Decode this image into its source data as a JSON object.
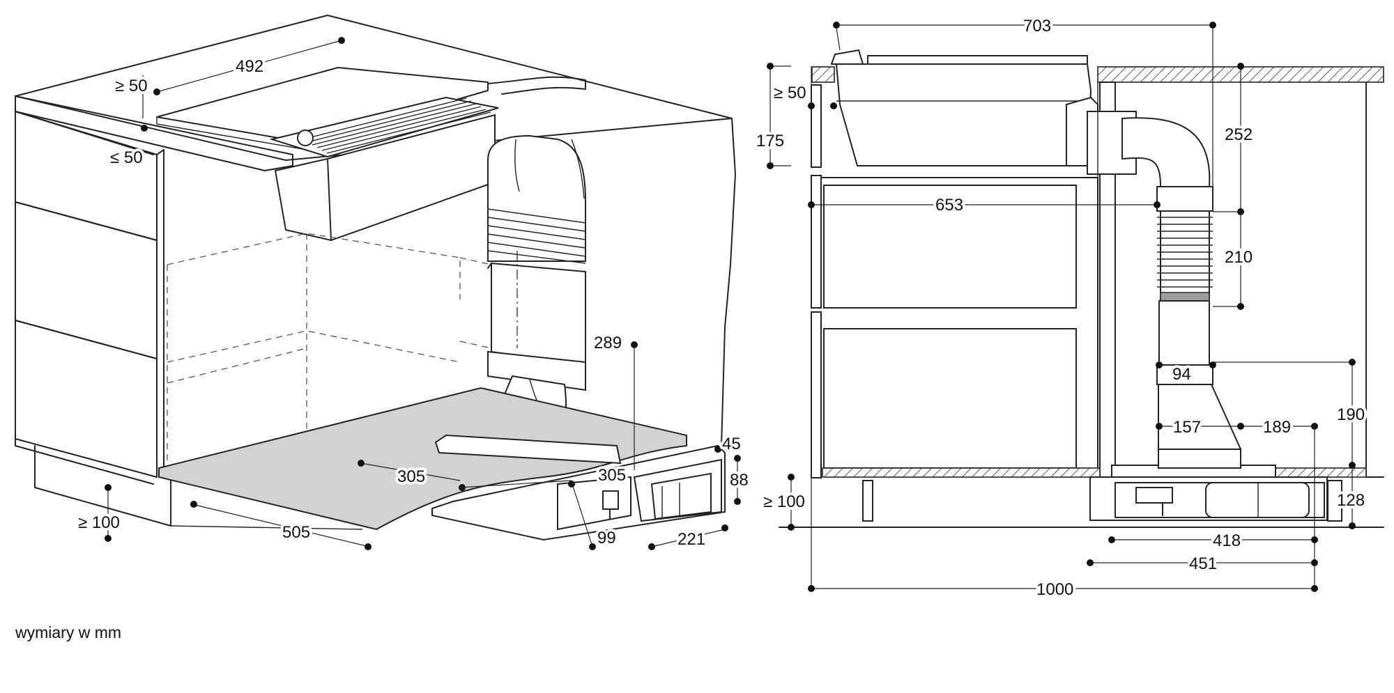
{
  "caption": "wymiary w mm",
  "perspective_view": {
    "dims": {
      "d492": "492",
      "min_front_offset": "≥ 50",
      "max_front_offset": "≤ 50",
      "d289": "289",
      "d45": "45",
      "d88": "88",
      "d305_left": "305",
      "d305_right": "305",
      "min_plinth_height": "≥ 100",
      "d505": "505",
      "d99": "99",
      "d221": "221"
    }
  },
  "side_view": {
    "dims": {
      "d703": "703",
      "min_top_clearance": "≥ 50",
      "d175": "175",
      "d252": "252",
      "d653": "653",
      "d210": "210",
      "d94": "94",
      "d190": "190",
      "d157": "157",
      "d189": "189",
      "min_plinth_height": "≥ 100",
      "d128": "128",
      "d418": "418",
      "d451": "451",
      "d1000": "1000"
    }
  }
}
